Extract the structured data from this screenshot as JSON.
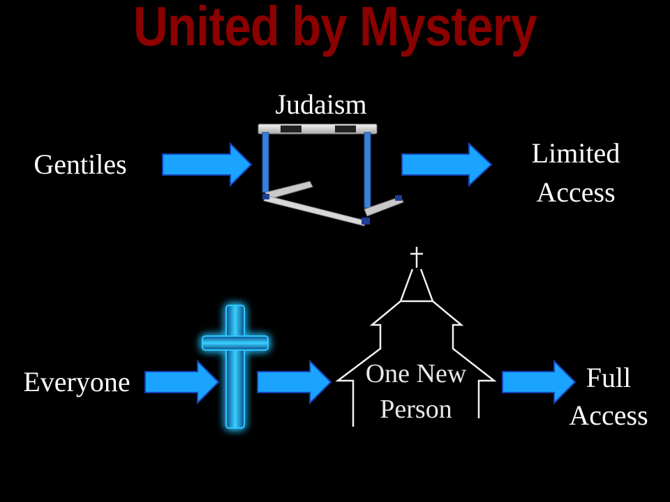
{
  "title": "United by Mystery",
  "colors": {
    "title": "#8b0000",
    "arrow_fill": "#1aa3ff",
    "arrow_stroke": "#1544b8",
    "cross_glow": "#2ec8ff",
    "hurdle_bar": "#3a7fd8",
    "church_outline": "#f2f2f2"
  },
  "top_row": {
    "start": "Gentiles",
    "barrier": "Judaism",
    "result_line1": "Limited",
    "result_line2": "Access"
  },
  "bottom_row": {
    "start": "Everyone",
    "center_line1": "One New",
    "center_line2": "Person",
    "result_line1": "Full",
    "result_line2": "Access"
  },
  "icons": {
    "hurdle": "hurdle-icon",
    "glowing_cross": "cross-icon",
    "church": "church-icon"
  }
}
